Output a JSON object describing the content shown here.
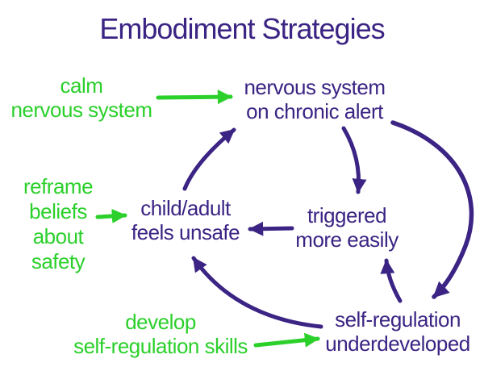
{
  "title": "Embodiment Strategies",
  "colors": {
    "purple": "#3b2484",
    "green": "#2bd02b",
    "background": "#ffffff"
  },
  "nodes": {
    "calm_nervous_system": {
      "lines": [
        "calm",
        "nervous system"
      ],
      "role": "strategy",
      "color": "green"
    },
    "nervous_system_alert": {
      "lines": [
        "nervous system",
        "on chronic alert"
      ],
      "role": "state",
      "color": "purple"
    },
    "reframe_beliefs": {
      "lines": [
        "reframe",
        "beliefs",
        "about",
        "safety"
      ],
      "role": "strategy",
      "color": "green"
    },
    "child_adult_unsafe": {
      "lines": [
        "child/adult",
        "feels unsafe"
      ],
      "role": "state",
      "color": "purple"
    },
    "triggered_more_easily": {
      "lines": [
        "triggered",
        "more easily"
      ],
      "role": "state",
      "color": "purple"
    },
    "develop_skills": {
      "lines": [
        "develop",
        "self-regulation skills"
      ],
      "role": "strategy",
      "color": "green"
    },
    "self_regulation_underdeveloped": {
      "lines": [
        "self-regulation",
        "underdeveloped"
      ],
      "role": "state",
      "color": "purple"
    }
  },
  "edges": [
    {
      "from": "calm_nervous_system",
      "to": "nervous_system_alert",
      "color": "green"
    },
    {
      "from": "reframe_beliefs",
      "to": "child_adult_unsafe",
      "color": "green"
    },
    {
      "from": "develop_skills",
      "to": "self_regulation_underdeveloped",
      "color": "green"
    },
    {
      "from": "child_adult_unsafe",
      "to": "nervous_system_alert",
      "color": "purple"
    },
    {
      "from": "nervous_system_alert",
      "to": "triggered_more_easily",
      "color": "purple"
    },
    {
      "from": "triggered_more_easily",
      "to": "child_adult_unsafe",
      "color": "purple"
    },
    {
      "from": "nervous_system_alert",
      "to": "self_regulation_underdeveloped",
      "color": "purple"
    },
    {
      "from": "self_regulation_underdeveloped",
      "to": "triggered_more_easily",
      "color": "purple"
    },
    {
      "from": "self_regulation_underdeveloped",
      "to": "child_adult_unsafe",
      "color": "purple"
    }
  ]
}
